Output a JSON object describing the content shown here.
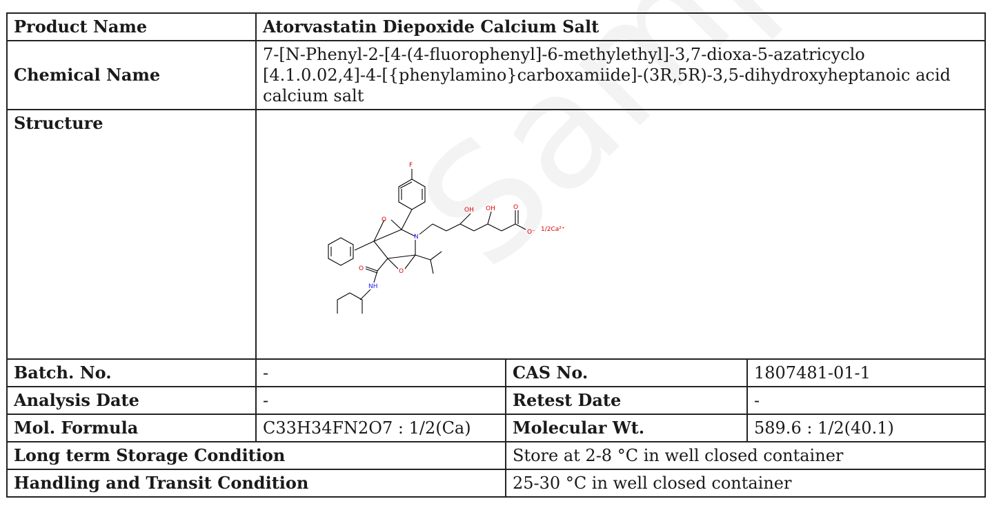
{
  "rows": {
    "product_name": {
      "label": "Product Name",
      "value": "Atorvastatin Diepoxide Calcium Salt"
    },
    "chemical_name": {
      "label": "Chemical Name",
      "value": "7-[N-Phenyl-2-[4-(4-fluorophenyl]-6-methylethyl]-3,7-dioxa-5-azatricyclo [4.1.0.02,4]-4-[{phenylamino}carboxamiide]-(3R,5R)-3,5-dihydroxyheptanoic acid calcium salt"
    },
    "structure": {
      "label": "Structure"
    },
    "batch": {
      "label": "Batch. No.",
      "value": "-",
      "label2": "CAS No.",
      "value2": "1807481-01-1"
    },
    "analysis": {
      "label": "Analysis Date",
      "value": "-",
      "label2": "Retest Date",
      "value2": "-"
    },
    "formula": {
      "label": "Mol. Formula",
      "value": "C33H34FN2O7 : 1/2(Ca)",
      "label2": "Molecular Wt.",
      "value2": "589.6 : 1/2(40.1)"
    },
    "storage": {
      "label": "Long term Storage Condition",
      "value": "Store at 2-8 °C in well closed container"
    },
    "transit": {
      "label": "Handling and Transit Condition",
      "value": "25-30 °C in well closed container"
    }
  },
  "structure_labels": {
    "f": "F",
    "o_epox1": "O",
    "o_epox2": "O",
    "n": "N",
    "oh1": "OH",
    "oh2": "OH",
    "o_carb": "O",
    "o_minus": "O⁻",
    "ca": "1/2Ca²⁺",
    "o_amide": "O",
    "nh": "NH"
  },
  "watermark": "Sample COA"
}
